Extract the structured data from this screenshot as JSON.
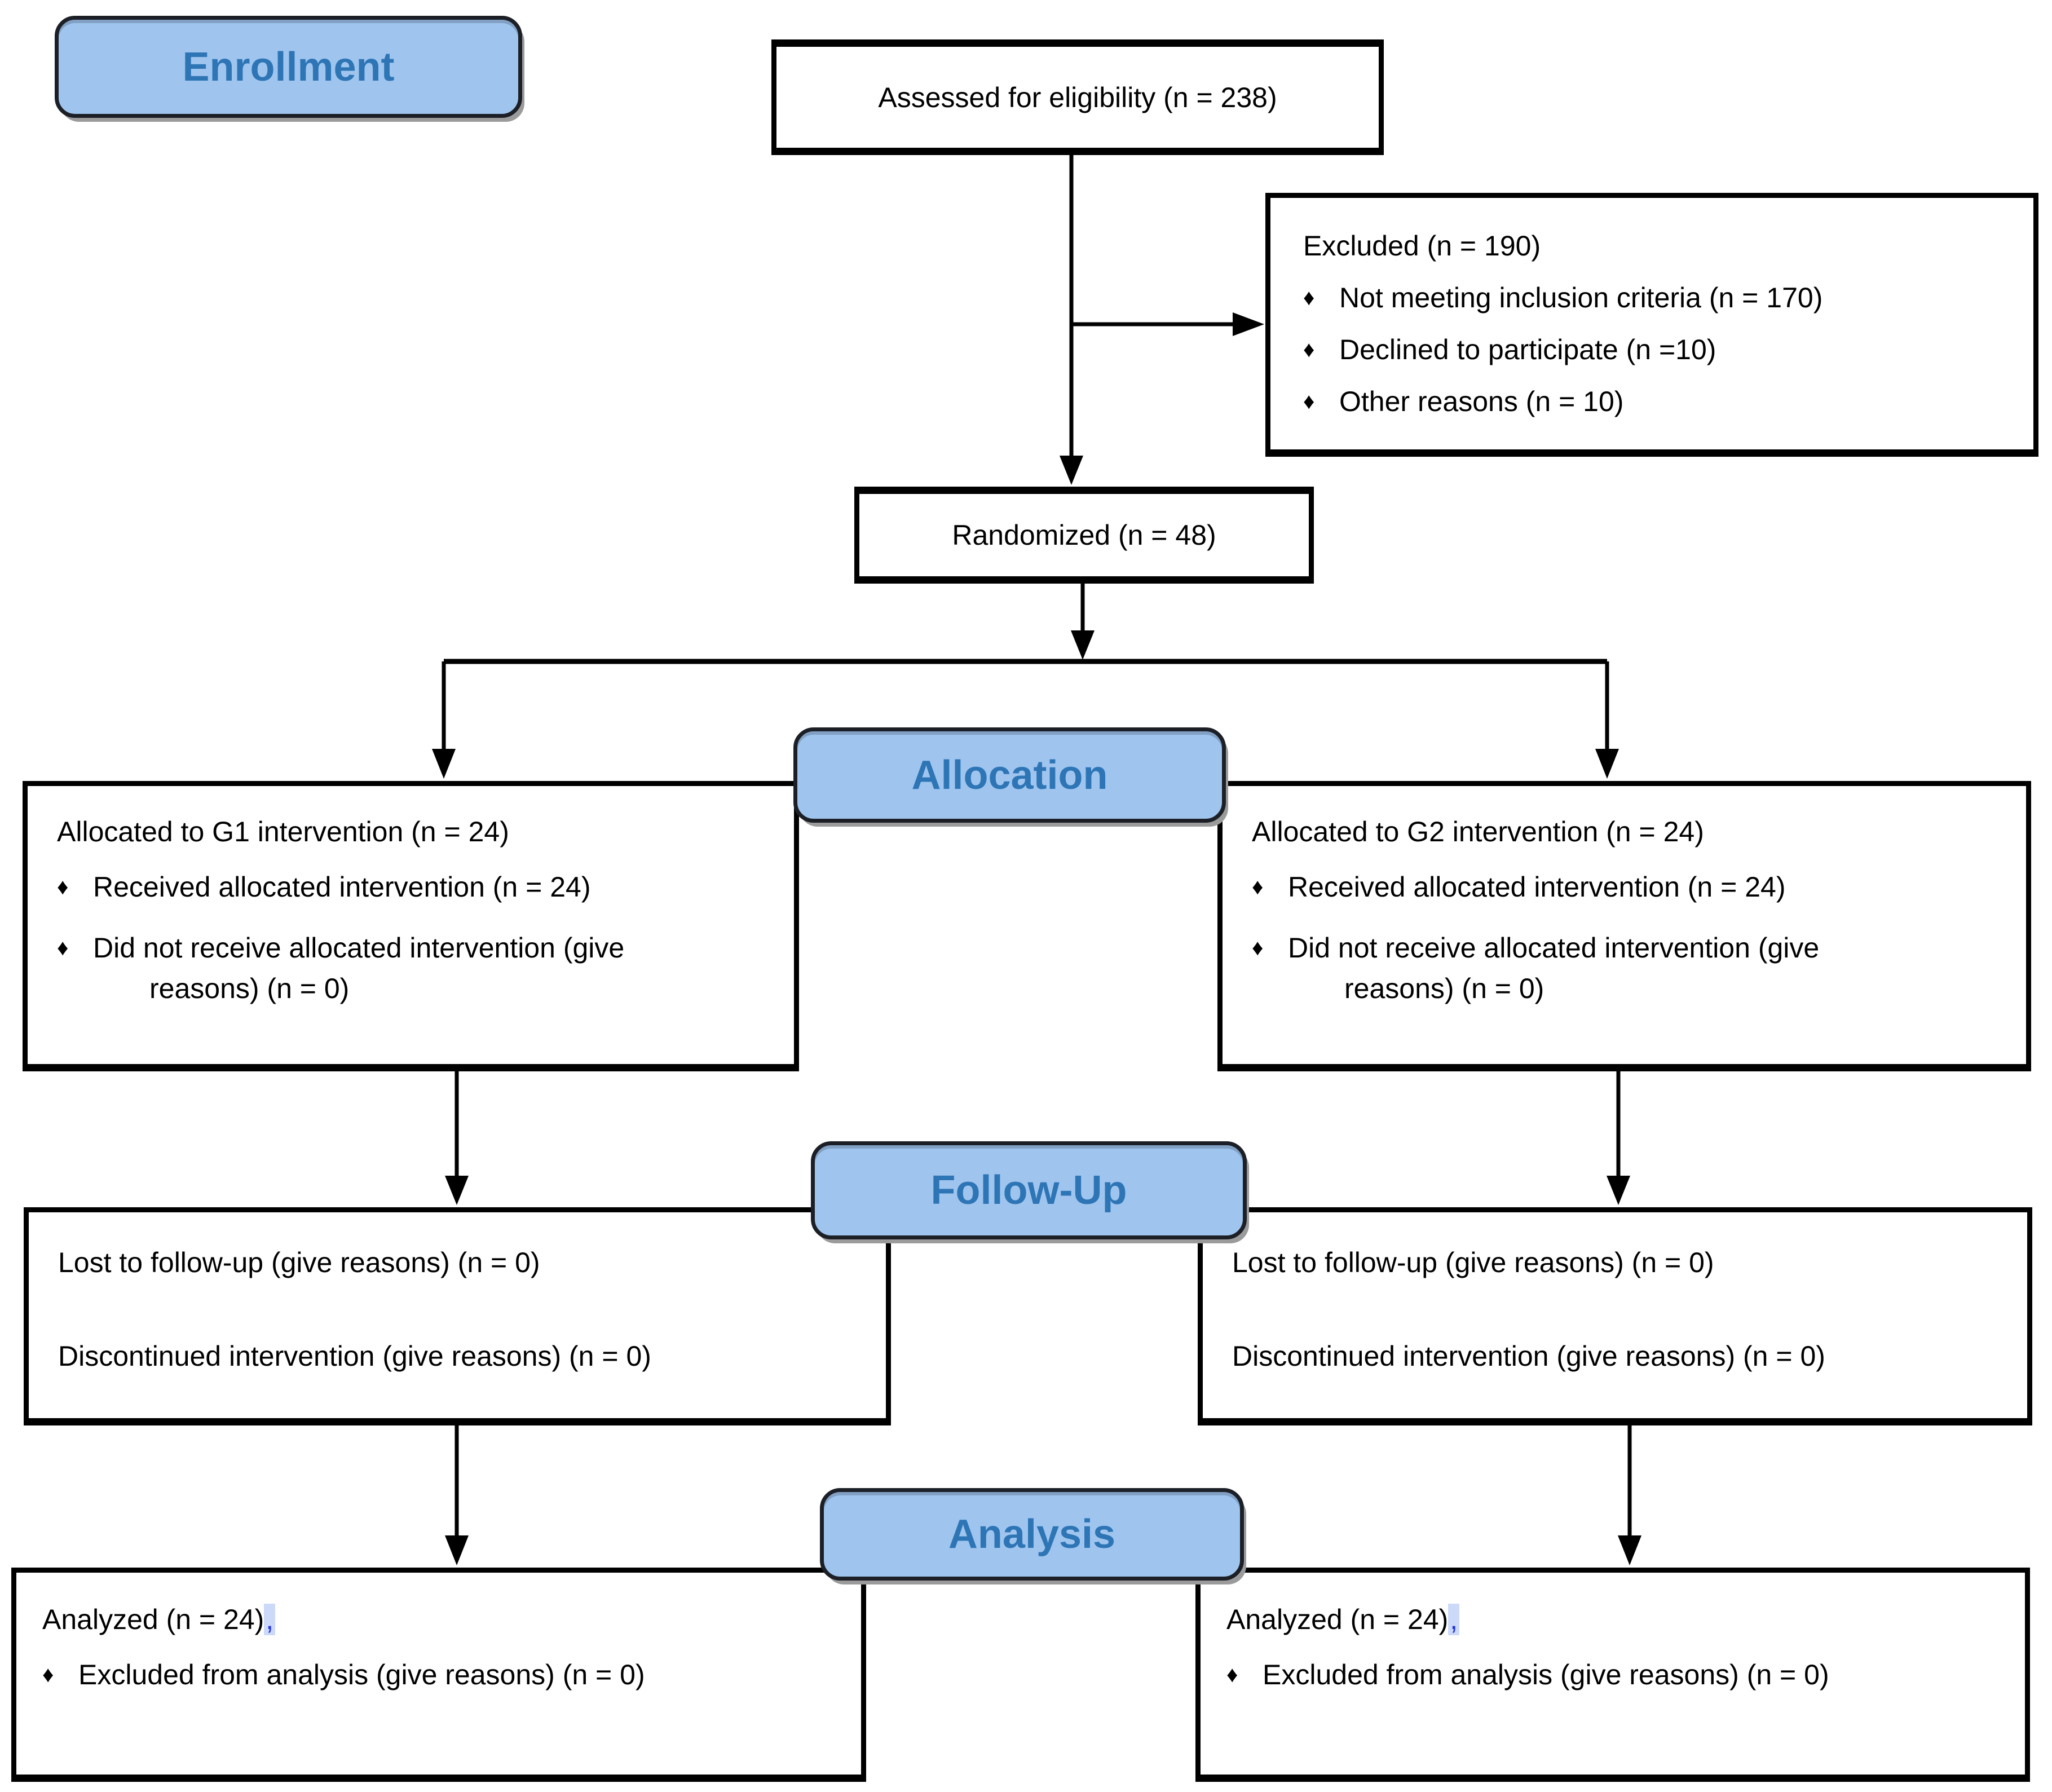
{
  "palette": {
    "header_fill": "#9FC5EE",
    "header_text": "#2E75B6",
    "border": "#000000",
    "revision_mark": "#2334E8"
  },
  "glyphs": {
    "bullet": "♦"
  },
  "headers": {
    "enrollment": "Enrollment",
    "allocation": "Allocation",
    "followup": "Follow-Up",
    "analysis": "Analysis"
  },
  "boxes": {
    "assessed": {
      "text": "Assessed for eligibility (n = 238)"
    },
    "excluded": {
      "title": "Excluded (n = 190)",
      "bullets": [
        "Not meeting inclusion criteria (n = 170)",
        "Declined to participate (n =10)",
        "Other reasons (n = 10)"
      ]
    },
    "randomized": {
      "text": "Randomized (n = 48)"
    },
    "alloc_left": {
      "title": "Allocated to G1 intervention (n = 24)",
      "bullet1": "Received allocated intervention (n = 24)",
      "bullet2_line1": "Did not receive allocated intervention (give",
      "bullet2_line2": "reasons) (n = 0)"
    },
    "alloc_right": {
      "title": "Allocated to G2 intervention (n = 24)",
      "bullet1": "Received allocated intervention (n = 24)",
      "bullet2_line1": "Did not receive allocated intervention (give",
      "bullet2_line2": "reasons) (n = 0)"
    },
    "followup_left": {
      "line1": "Lost to follow-up (give reasons) (n = 0)",
      "line2": "Discontinued intervention (give reasons) (n = 0)"
    },
    "followup_right": {
      "line1": "Lost to follow-up (give reasons) (n = 0)",
      "line2": "Discontinued intervention (give reasons) (n = 0)"
    },
    "analysis_left": {
      "title": "Analyzed (n = 24)",
      "revision_mark": ",",
      "bullet1": "Excluded from analysis (give reasons) (n = 0)"
    },
    "analysis_right": {
      "title": "Analyzed (n = 24)",
      "revision_mark": ",",
      "bullet1": "Excluded from analysis (give reasons) (n = 0)"
    }
  }
}
